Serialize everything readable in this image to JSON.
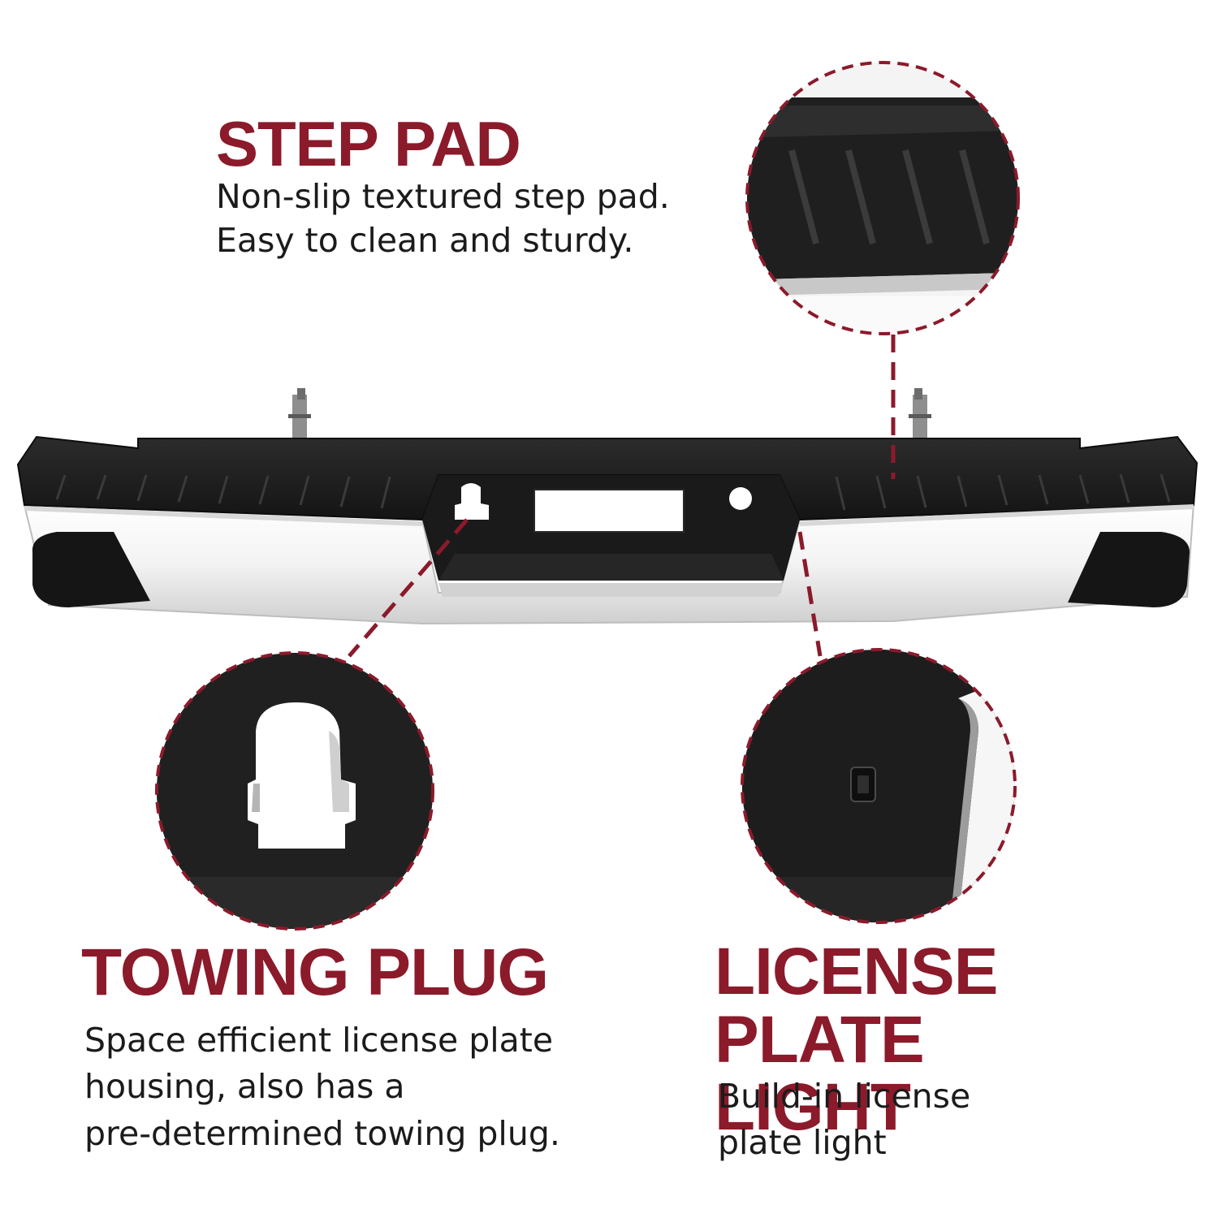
{
  "features": {
    "step_pad": {
      "title": "STEP PAD",
      "lines": [
        "Non-slip textured step pad.",
        "Easy to clean and sturdy."
      ]
    },
    "towing_plug": {
      "title": "TOWING PLUG",
      "lines": [
        "Space efficient license plate",
        "housing, also has a",
        "pre-determined towing plug."
      ]
    },
    "license_plate_light": {
      "title_lines": [
        "LICENSE PLATE",
        "LIGHT"
      ],
      "lines": [
        "Build-in license",
        "plate light"
      ]
    }
  },
  "colors": {
    "accent": "#8b1a2b",
    "body_text": "#1b1b1b",
    "bumper_black": "#1c1c1c",
    "chrome": "#e9e9e9"
  }
}
